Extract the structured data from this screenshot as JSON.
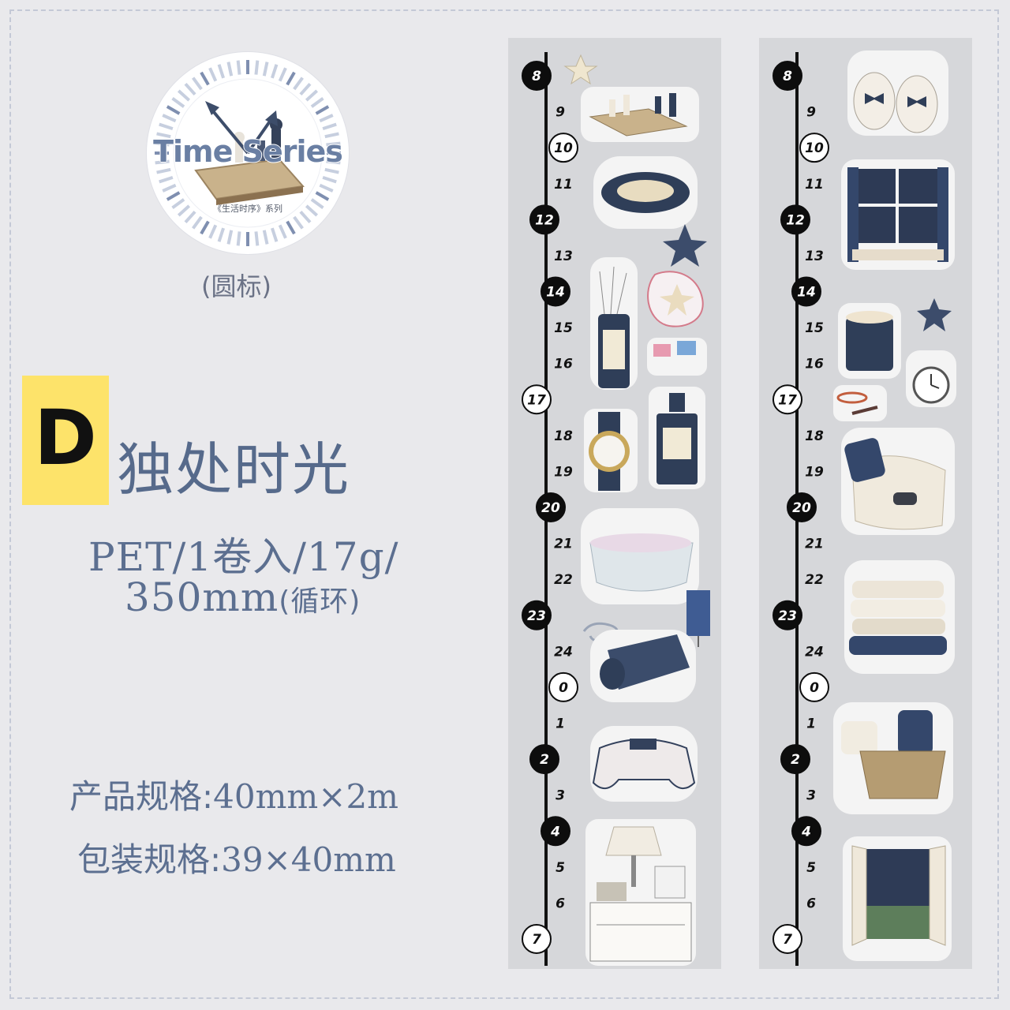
{
  "logo": {
    "title": "Time Series",
    "subtitle": "《生活时序》系列",
    "caption": "(圆标)",
    "icon": "chessboard-clock-icon"
  },
  "variant": {
    "letter": "D",
    "name": "独处时光"
  },
  "specs": {
    "line1": "PET/1卷入/17g/",
    "line2_main": "350mm",
    "line2_note": "(循环)"
  },
  "dimensions": {
    "product_label": "产品规格:",
    "product_value": "40mm×2m",
    "package_label": "包装规格:",
    "package_value": "39×40mm"
  },
  "strips": [
    {
      "name": "strip-a",
      "hours": [
        "8",
        "9",
        "10",
        "11",
        "12",
        "13",
        "14",
        "15",
        "16",
        "17",
        "18",
        "19",
        "20",
        "21",
        "22",
        "23",
        "24",
        "0",
        "1",
        "2",
        "3",
        "4",
        "5",
        "6",
        "7"
      ],
      "filled": [
        "8",
        "12",
        "14",
        "20",
        "23",
        "2",
        "4"
      ],
      "outlined": [
        "10",
        "17",
        "0",
        "7"
      ],
      "icons": [
        "star-icon",
        "chess-set-icon",
        "sleep-mask-icon",
        "starfish-icon",
        "reed-diffuser-icon",
        "binder-clip-icon",
        "wristwatch-icon",
        "perfume-bottle-icon",
        "bathtub-icon",
        "push-pin-icon",
        "paper-clip-icon",
        "yoga-mat-icon",
        "game-controller-icon",
        "bedside-table-lamp-icon"
      ]
    },
    {
      "name": "strip-b",
      "hours": [
        "8",
        "9",
        "10",
        "11",
        "12",
        "13",
        "14",
        "15",
        "16",
        "17",
        "18",
        "19",
        "20",
        "21",
        "22",
        "23",
        "24",
        "0",
        "1",
        "2",
        "3",
        "4",
        "5",
        "6",
        "7"
      ],
      "filled": [
        "8",
        "12",
        "14",
        "20",
        "23",
        "2",
        "4"
      ],
      "outlined": [
        "10",
        "17",
        "0",
        "7"
      ],
      "icons": [
        "slippers-icon",
        "window-curtain-icon",
        "scented-candle-icon",
        "star-icon",
        "alarm-clock-icon",
        "hair-clip-icon",
        "blanket-controller-icon",
        "folded-towels-icon",
        "pillow-basket-icon",
        "open-window-icon"
      ]
    }
  ],
  "colors": {
    "accent": "#566a8b",
    "badge": "#fde36a",
    "strip": "#d6d7da",
    "navy": "#2f3e58"
  }
}
